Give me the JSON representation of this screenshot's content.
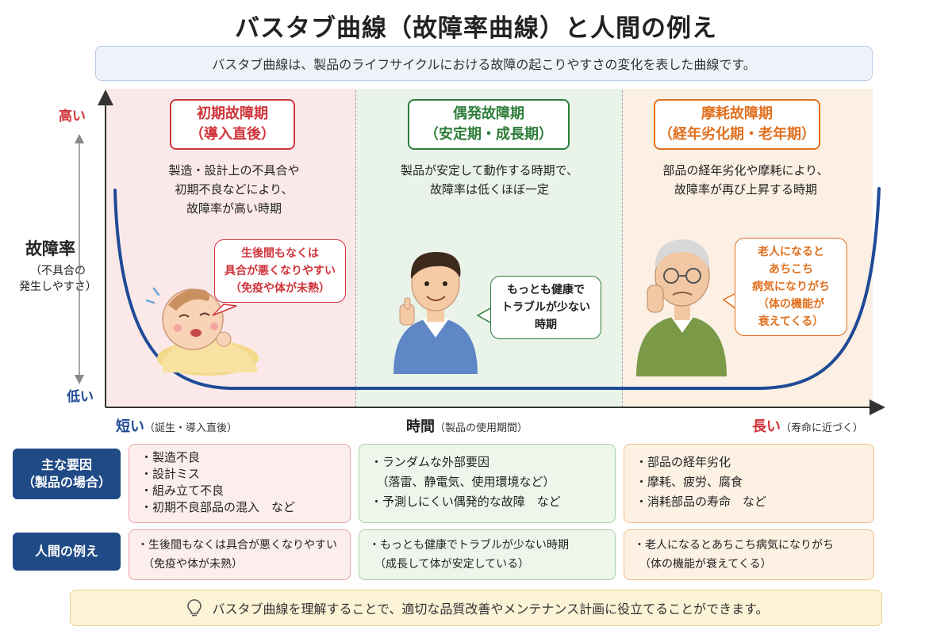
{
  "title": "バスタブ曲線（故障率曲線）と人間の例え",
  "intro": "バスタブ曲線は、製品のライフサイクルにおける故障の起こりやすさの変化を表した曲線です。",
  "y_axis": {
    "high": "高い",
    "low": "低い",
    "label": "故障率",
    "sub1": "（不具合の",
    "sub2": "発生しやすさ）"
  },
  "x_axis": {
    "short": "短い",
    "short_note": "（誕生・導入直後）",
    "center": "時間",
    "center_note": "（製品の使用期間）",
    "long": "長い",
    "long_note": "（寿命に近づく）"
  },
  "phases": [
    {
      "title1": "初期故障期",
      "title2": "（導入直後）",
      "desc": [
        "製造・設計上の不具合や",
        "初期不良などにより、",
        "故障率が高い時期"
      ],
      "bubble": [
        "生後間もなくは",
        "具合が悪くなりやすい",
        "（免疫や体が未熟）"
      ],
      "color": "#d0343b"
    },
    {
      "title1": "偶発故障期",
      "title2": "（安定期・成長期）",
      "desc": [
        "製品が安定して動作する時期で、",
        "故障率は低くほぼ一定"
      ],
      "bubble": [
        "もっとも健康で",
        "トラブルが少ない",
        "時期"
      ],
      "color": "#2f7d3a"
    },
    {
      "title1": "摩耗故障期",
      "title2": "（経年劣化期・老年期）",
      "desc": [
        "部品の経年劣化や摩耗により、",
        "故障率が再び上昇する時期"
      ],
      "bubble": [
        "老人になると",
        "あちこち",
        "病気になりがち",
        "（体の機能が",
        "衰えてくる）"
      ],
      "color": "#e0701e"
    }
  ],
  "rows": {
    "causes_label1": "主な要因",
    "causes_label2": "（製品の場合）",
    "causes": [
      [
        "・製造不良",
        "・設計ミス",
        "・組み立て不良",
        "・初期不良部品の混入　など"
      ],
      [
        "・ランダムな外部要因",
        "　（落雷、静電気、使用環境など）",
        "・予測しにくい偶発的な故障　など"
      ],
      [
        "・部品の経年劣化",
        "・摩耗、疲労、腐食",
        "・消耗部品の寿命　など"
      ]
    ],
    "human_label": "人間の例え",
    "human": [
      [
        "・生後間もなくは具合が悪くなりやすい",
        "　（免疫や体が未熟）"
      ],
      [
        "・もっとも健康でトラブルが少ない時期",
        "　（成長して体が安定している）"
      ],
      [
        "・老人になるとあちこち病気になりがち",
        "　（体の機能が衰えてくる）"
      ]
    ]
  },
  "tip": "バスタブ曲線を理解することで、適切な品質改善やメンテナンス計画に役立てることができます。",
  "colors": {
    "curve": "#1f4a96",
    "navy": "#1f4a86",
    "red": "#d0343b",
    "green": "#2f7d3a",
    "orange": "#e0701e"
  }
}
